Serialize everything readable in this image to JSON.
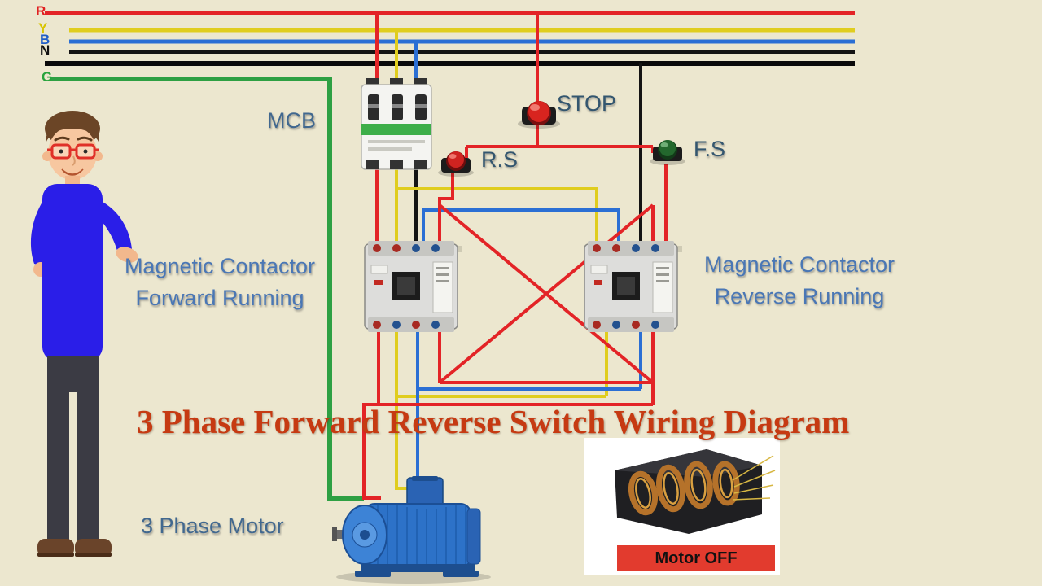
{
  "title": "3 Phase Forward Reverse Switch Wiring Diagram",
  "bus": {
    "labels": [
      {
        "id": "R",
        "color": "#e02020"
      },
      {
        "id": "Y",
        "color": "#d8c400"
      },
      {
        "id": "B",
        "color": "#205ec8"
      },
      {
        "id": "N",
        "color": "#101010"
      },
      {
        "id": "G",
        "color": "#27a33c"
      }
    ]
  },
  "components": {
    "mcb_label": "MCB",
    "stop_label": "STOP",
    "rs_label": "R.S",
    "fs_label": "F.S",
    "forward_contactor": {
      "line1": "Magnetic Contactor",
      "line2": "Forward Running"
    },
    "reverse_contactor": {
      "line1": "Magnetic Contactor",
      "line2": "Reverse Running"
    },
    "motor_label": "3 Phase Motor",
    "motor_off_label": "Motor OFF"
  },
  "palette": {
    "background": "#ece7cf",
    "wire_red": "#e32427",
    "wire_yellow": "#e0cd1e",
    "wire_blue": "#2b6fd4",
    "wire_black": "#111111",
    "wire_green": "#2ea043",
    "label_blue": "#4a77b5",
    "title_color": "#c63a12",
    "motor_off_bg": "#e23b2e",
    "motor_body_blue": "#2d72c8"
  }
}
